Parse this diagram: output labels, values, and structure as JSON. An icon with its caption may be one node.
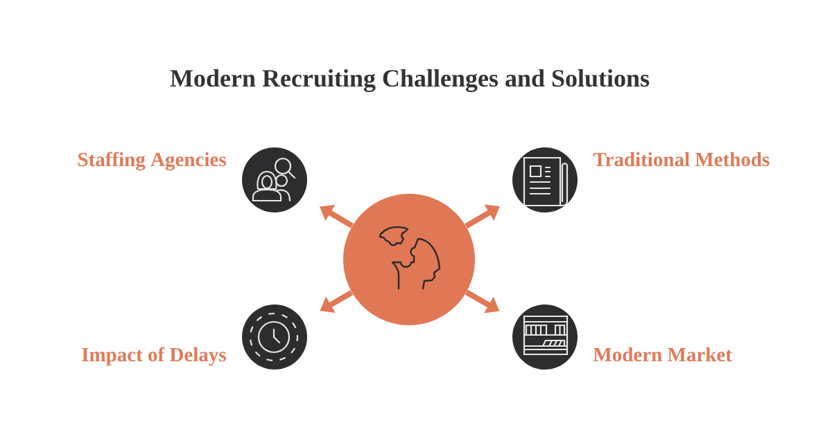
{
  "diagram": {
    "title": "Modern Recruiting Challenges and Solutions",
    "nodes": [
      {
        "text": [
          "Staffing Agencies"
        ]
      },
      {
        "text": [
          "Traditional Methods"
        ]
      },
      {
        "text": [],
        "shape": "circle"
      },
      {
        "text": [
          "Impact of Delays"
        ]
      },
      {
        "text": [
          "Modern Market"
        ]
      }
    ],
    "edges": [
      {
        "from": 2,
        "to": 0,
        "arrow": "to"
      },
      {
        "from": 2,
        "to": 1,
        "arrow": "to"
      },
      {
        "from": 2,
        "to": 3,
        "arrow": "to"
      },
      {
        "from": 2,
        "to": 4,
        "arrow": "to"
      }
    ]
  }
}
